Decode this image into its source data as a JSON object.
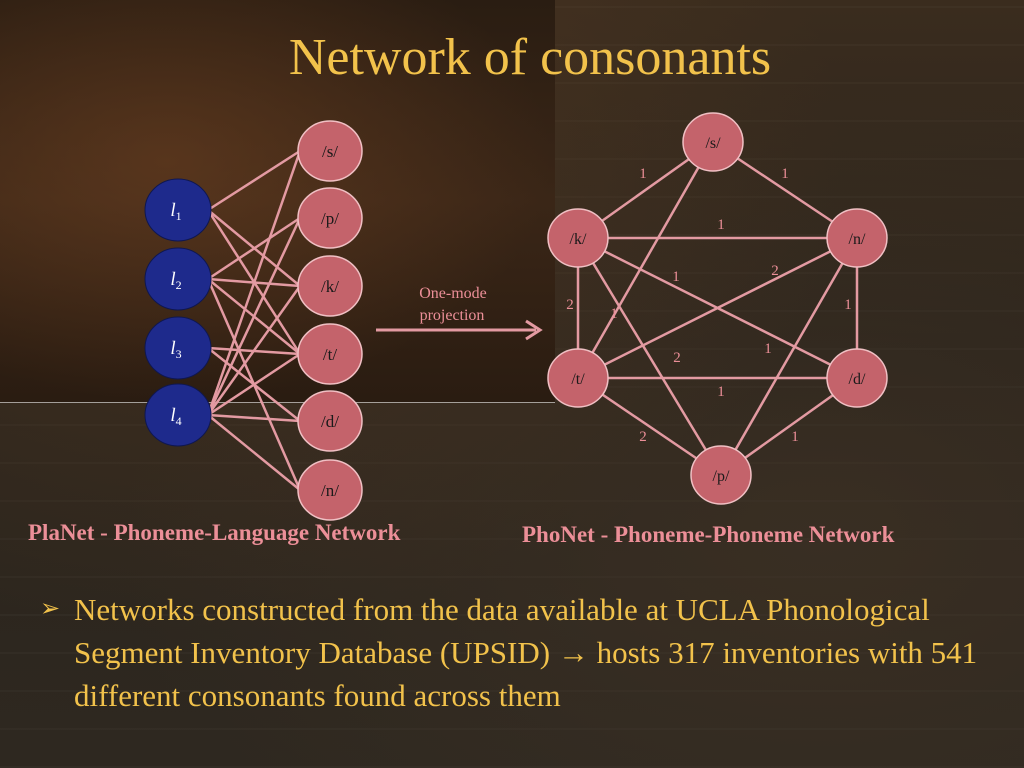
{
  "slide": {
    "title": "Network of consonants"
  },
  "planet": {
    "caption": "PlaNet - Phoneme-Language Network",
    "languages": [
      {
        "base": "l",
        "sub": "1"
      },
      {
        "base": "l",
        "sub": "2"
      },
      {
        "base": "l",
        "sub": "3"
      },
      {
        "base": "l",
        "sub": "4"
      }
    ],
    "phonemes": [
      "/s/",
      "/p/",
      "/k/",
      "/t/",
      "/d/",
      "/n/"
    ],
    "edges": [
      [
        0,
        0
      ],
      [
        0,
        2
      ],
      [
        0,
        3
      ],
      [
        1,
        1
      ],
      [
        1,
        2
      ],
      [
        1,
        5
      ],
      [
        1,
        3
      ],
      [
        2,
        3
      ],
      [
        2,
        4
      ],
      [
        3,
        0
      ],
      [
        3,
        1
      ],
      [
        3,
        2
      ],
      [
        3,
        3
      ],
      [
        3,
        4
      ],
      [
        3,
        5
      ]
    ]
  },
  "projection": {
    "label_line1": "One-mode",
    "label_line2": "projection"
  },
  "phonet": {
    "caption": "PhoNet - Phoneme-Phoneme Network",
    "nodes": [
      "/s/",
      "/k/",
      "/n/",
      "/t/",
      "/d/",
      "/p/"
    ],
    "edges": [
      {
        "a": "/s/",
        "b": "/k/",
        "w": "1"
      },
      {
        "a": "/s/",
        "b": "/n/",
        "w": "1"
      },
      {
        "a": "/s/",
        "b": "/t/",
        "w": ""
      },
      {
        "a": "/k/",
        "b": "/n/",
        "w": "1"
      },
      {
        "a": "/k/",
        "b": "/t/",
        "w": "2"
      },
      {
        "a": "/k/",
        "b": "/d/",
        "w": "1"
      },
      {
        "a": "/k/",
        "b": "/p/",
        "w": "2"
      },
      {
        "a": "/n/",
        "b": "/t/",
        "w": "2"
      },
      {
        "a": "/n/",
        "b": "/d/",
        "w": "1"
      },
      {
        "a": "/n/",
        "b": "/p/",
        "w": "1"
      },
      {
        "a": "/t/",
        "b": "/d/",
        "w": "1"
      },
      {
        "a": "/t/",
        "b": "/p/",
        "w": "2"
      },
      {
        "a": "/d/",
        "b": "/p/",
        "w": "1"
      },
      {
        "a": "/t/",
        "b": "/n/",
        "w": "1"
      }
    ]
  },
  "bullet": {
    "text": "Networks constructed from the data available at UCLA Phonological Segment Inventory Database (UPSID) → hosts 317 inventories with 541 different consonants found across them"
  },
  "colors": {
    "title": "#f2c24b",
    "caption": "#ec8f98",
    "language_node": "#1e2a8c",
    "phoneme_node": "#c4636b",
    "edge": "#e39aa2"
  }
}
